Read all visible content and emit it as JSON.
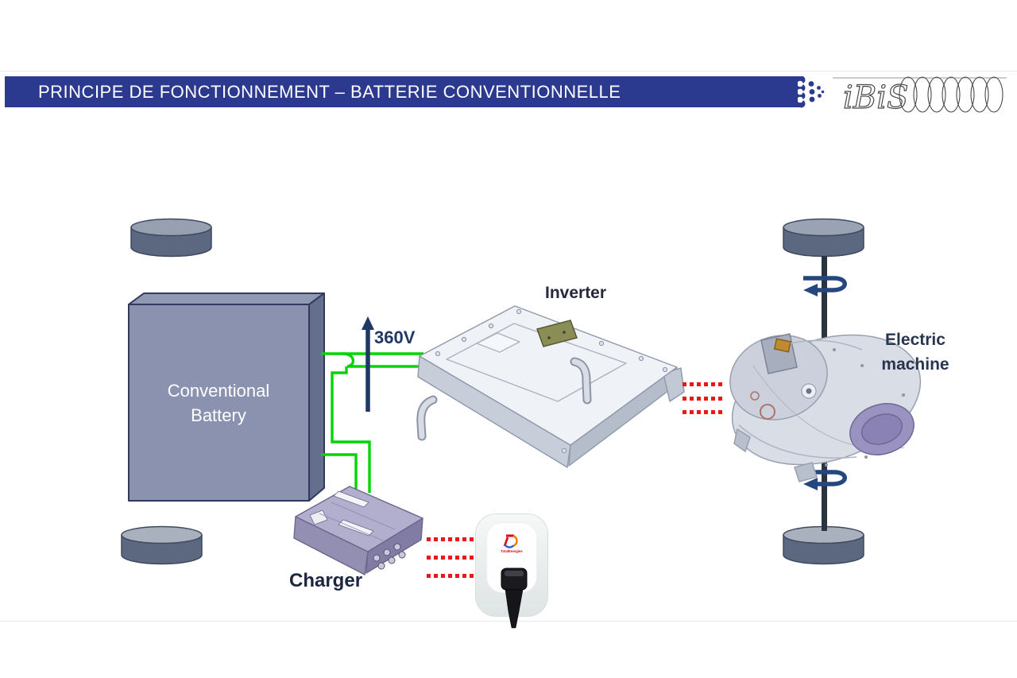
{
  "title_bar": {
    "text": "PRINCIPE DE FONCTIONNEMENT – BATTERIE CONVENTIONNELLE",
    "bg_color": "#2B3A8F"
  },
  "logo": {
    "script_text": "iBiS"
  },
  "diagram": {
    "battery": {
      "label_line1": "Conventional",
      "label_line2": "Battery"
    },
    "inverter": {
      "label": "Inverter"
    },
    "electric_machine": {
      "label_line1": "Electric",
      "label_line2": "machine"
    },
    "charger": {
      "label": "Charger"
    },
    "hv_link": {
      "voltage_label": "360V"
    },
    "wallbox": {
      "brand": "TotalEnergies"
    }
  },
  "colors": {
    "wire_green": "#00D500",
    "hv_arrow_navy": "#1F3864",
    "signal_dots_red": "#ED1515",
    "battery_front": "#8A92AF",
    "wheel_side": "#5C6780",
    "wheel_top": "#97A0B1",
    "axle_dark": "#2A3441",
    "rotation_arrow_blue": "#24477F",
    "inverter_connector_olive": "#8A8D55",
    "charger_body_lavender": "#B2AECE",
    "brand_red": "#E1001A"
  }
}
